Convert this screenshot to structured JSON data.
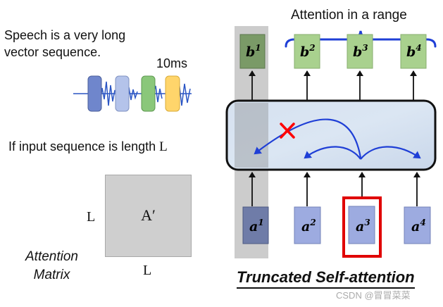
{
  "speech_text": "Speech is a very long vector sequence.",
  "speech_line1": "Speech is a very long",
  "speech_line2": "vector sequence.",
  "frame_label": "10ms",
  "if_input_prefix": "If input sequence is length ",
  "if_input_L": "L",
  "matrix": {
    "label": "A′",
    "row_label": "L",
    "col_label": "L",
    "caption_line1": "Attention",
    "caption_line2": "Matrix"
  },
  "range_label": "Attention in a range",
  "title": "Truncated Self-attention",
  "watermark": "CSDN @冒冒菜菜",
  "outputs": [
    {
      "base": "b",
      "sup": "1",
      "highlighted": true
    },
    {
      "base": "b",
      "sup": "2",
      "highlighted": false
    },
    {
      "base": "b",
      "sup": "3",
      "highlighted": false
    },
    {
      "base": "b",
      "sup": "4",
      "highlighted": false
    }
  ],
  "inputs": [
    {
      "base": "a",
      "sup": "1",
      "highlighted": true,
      "selected": false
    },
    {
      "base": "a",
      "sup": "2",
      "highlighted": false,
      "selected": false
    },
    {
      "base": "a",
      "sup": "3",
      "highlighted": false,
      "selected": true
    },
    {
      "base": "a",
      "sup": "4",
      "highlighted": false,
      "selected": false
    }
  ],
  "colors": {
    "output_box": "#a9d18e",
    "output_box_dark": "#7a9a67",
    "input_box": "#9dabe0",
    "input_box_dark": "#6f7ca8",
    "attention_arrow": "#1f3fd6",
    "block_mark": "#ff0000",
    "selection_border": "#e00000",
    "frame_colors": [
      "#6f86cc",
      "#b4c3ea",
      "#8ac77a",
      "#ffd56b"
    ]
  },
  "icons": [
    "cross-mark-icon",
    "curly-brace-icon",
    "waveform-icon"
  ]
}
